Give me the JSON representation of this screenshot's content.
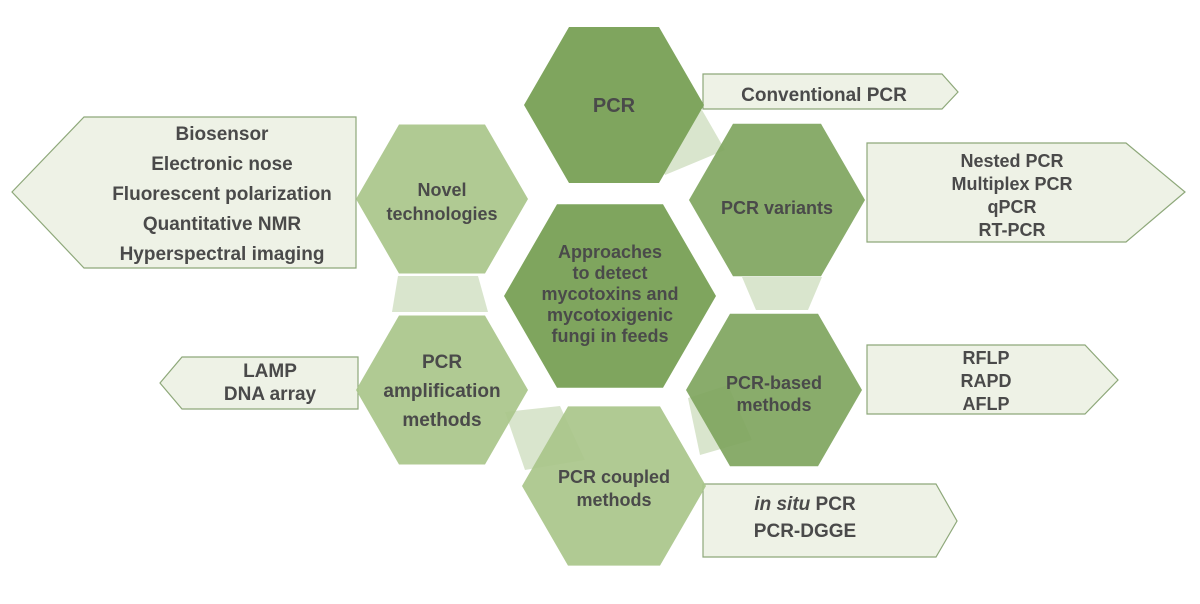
{
  "colors": {
    "hex_dark": "#7fa55e",
    "hex_light": "#a9c68a",
    "connector": "#d5e2c8",
    "arrow_fill": "#eef2e6",
    "arrow_stroke": "#8ea87a",
    "text": "#4a4a4a"
  },
  "hexagons": {
    "center": {
      "lines": [
        "Approaches",
        "to detect",
        "mycotoxins and",
        "mycotoxigenic",
        "fungi in feeds"
      ]
    },
    "pcr": {
      "lines": [
        "PCR"
      ]
    },
    "pcr_variants": {
      "lines": [
        "PCR variants"
      ]
    },
    "pcr_based": {
      "lines": [
        "PCR-based",
        "methods"
      ]
    },
    "pcr_coupled": {
      "lines": [
        "PCR coupled",
        "methods"
      ]
    },
    "pcr_amplification": {
      "lines": [
        "PCR",
        "amplification",
        "methods"
      ]
    },
    "novel_technologies": {
      "lines": [
        "Novel",
        "technologies"
      ]
    }
  },
  "arrows": {
    "conventional": {
      "lines": [
        "Conventional PCR"
      ]
    },
    "variants": {
      "lines": [
        "Nested PCR",
        "Multiplex PCR",
        "qPCR",
        "RT-PCR"
      ]
    },
    "based": {
      "lines": [
        "RFLP",
        "RAPD",
        "AFLP"
      ]
    },
    "coupled": {
      "lines": [
        "in situ PCR",
        "PCR-DGGE"
      ]
    },
    "amplification": {
      "lines": [
        "LAMP",
        "DNA array"
      ]
    },
    "novel": {
      "lines": [
        "Biosensor",
        "Electronic nose",
        "Fluorescent polarization",
        "Quantitative NMR",
        "Hyperspectral imaging"
      ]
    }
  }
}
